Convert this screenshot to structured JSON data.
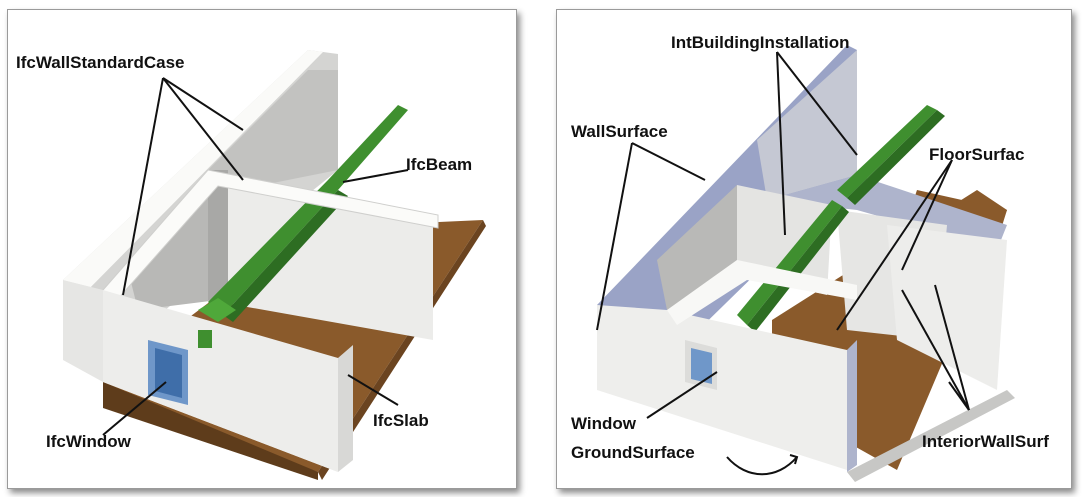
{
  "figure": {
    "left": {
      "labels": {
        "wall": "IfcWallStandardCase",
        "beam": "IfcBeam",
        "slab": "IfcSlab",
        "window": "IfcWindow"
      }
    },
    "right": {
      "labels": {
        "installation": "IntBuildingInstallation",
        "wall_surface": "WallSurface",
        "floor_surface": "FloorSurfac",
        "window": "Window",
        "ground_surface": "GroundSurface",
        "interior_wall": "InteriorWallSurf"
      }
    },
    "colors": {
      "wall": "#f1f1ef",
      "wall_shade": "#c9c9c7",
      "slab": "#8a5a2b",
      "beam": "#3f8f2f",
      "surface_blue": "#9aa3c6",
      "window": "#6f97c9"
    }
  }
}
